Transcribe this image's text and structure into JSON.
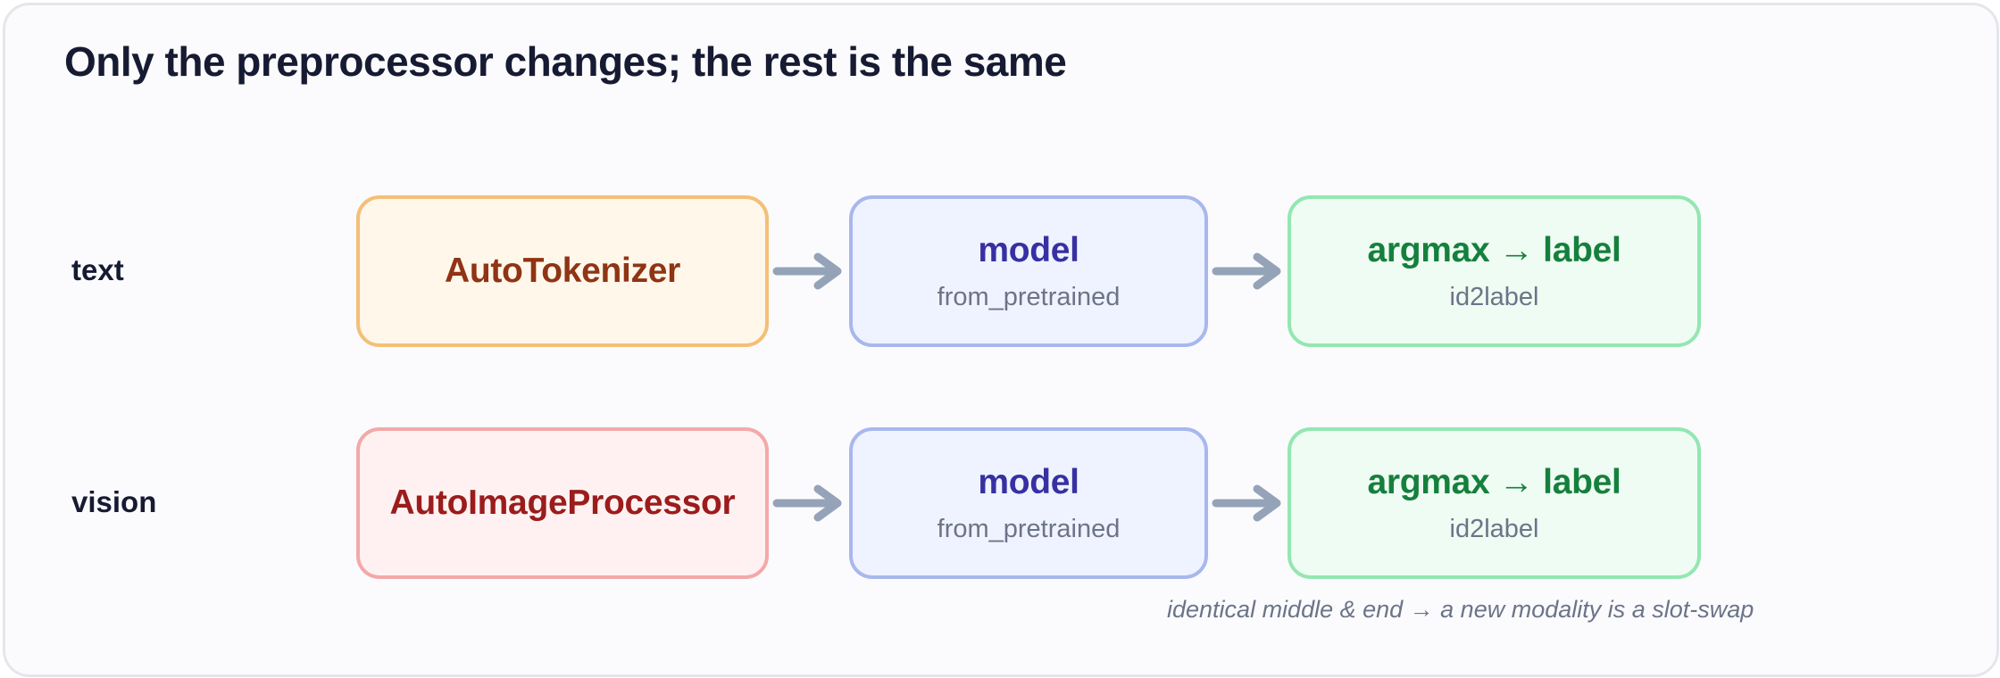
{
  "title": "Only the preprocessor changes; the rest is the same",
  "rows": [
    {
      "label": "text",
      "preprocessor": "AutoTokenizer",
      "model": {
        "title": "model",
        "subtitle": "from_pretrained"
      },
      "output": {
        "title": "argmax → label",
        "subtitle": "id2label"
      }
    },
    {
      "label": "vision",
      "preprocessor": "AutoImageProcessor",
      "model": {
        "title": "model",
        "subtitle": "from_pretrained"
      },
      "output": {
        "title": "argmax → label",
        "subtitle": "id2label"
      }
    }
  ],
  "note": "identical middle & end → a new modality is a slot-swap",
  "colors": {
    "arrow": "#94a3b8",
    "text_preprocessor_border": "#f4bf78",
    "vision_preprocessor_border": "#f3a9a9",
    "model_border": "#a8b8ee",
    "output_border": "#93e7b1"
  }
}
